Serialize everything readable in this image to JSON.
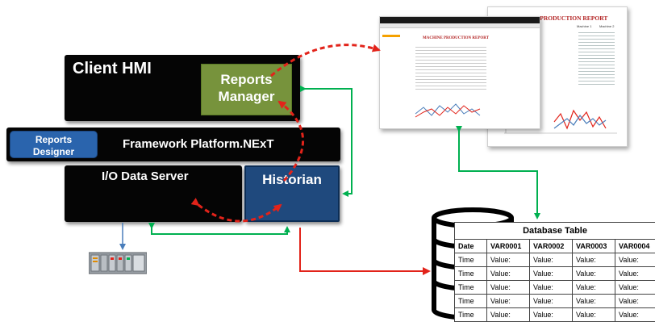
{
  "client_hmi": {
    "label": "Client HMI"
  },
  "reports_manager": {
    "line1": "Reports",
    "line2": "Manager"
  },
  "framework": {
    "label": "Framework Platform.NExT"
  },
  "reports_designer": {
    "line1": "Reports",
    "line2": "Designer"
  },
  "io_server": {
    "label": "I/O Data Server"
  },
  "historian": {
    "label": "Historian"
  },
  "report_back": {
    "title": "ILY PRODUCTION REPORT",
    "col1": "Machine 1",
    "col2": "Machine 2"
  },
  "report_front": {
    "title": "MACHINE PRODUCTION REPORT"
  },
  "db_table": {
    "title": "Database Table",
    "headers": [
      "Date",
      "VAR0001",
      "VAR0002",
      "VAR0003",
      "VAR0004"
    ],
    "rows": [
      [
        "Time",
        "Value:",
        "Value:",
        "Value:",
        "Value:"
      ],
      [
        "Time",
        "Value:",
        "Value:",
        "Value:",
        "Value:"
      ],
      [
        "Time",
        "Value:",
        "Value:",
        "Value:",
        "Value:"
      ],
      [
        "Time",
        "Value:",
        "Value:",
        "Value:",
        "Value:"
      ],
      [
        "Time",
        "Value:",
        "Value:",
        "Value:",
        "Value:"
      ]
    ]
  },
  "colors": {
    "green": "#77933c",
    "blue": "#1f497d",
    "arrow_green": "#00b050",
    "arrow_red": "#e2231a",
    "link_blue": "#4a7ebb"
  },
  "icons": {
    "plc": "plc-hardware-icon",
    "database": "database-cylinder-icon"
  }
}
